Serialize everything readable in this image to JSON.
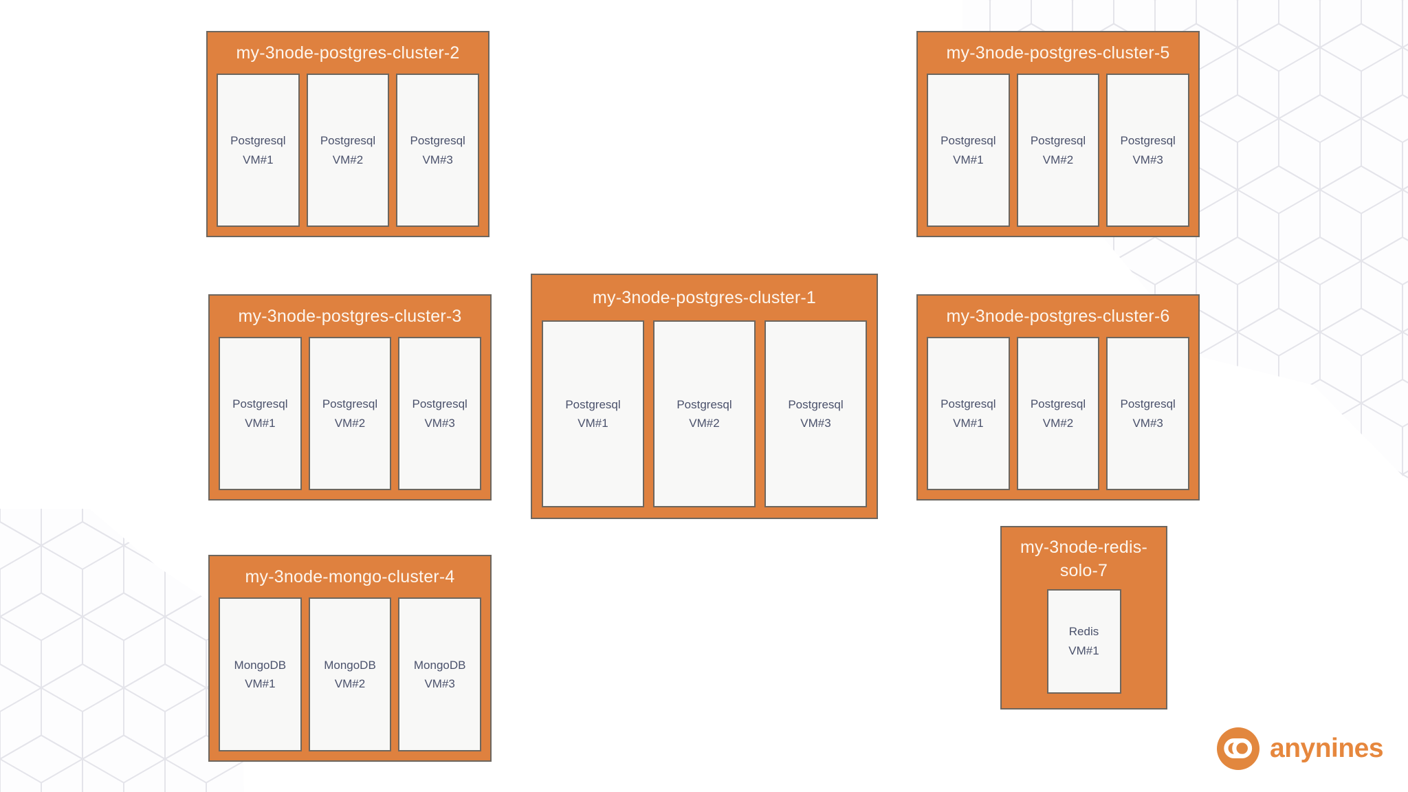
{
  "colors": {
    "cluster_fill": "#df813f",
    "cluster_border": "#6d665e",
    "card_fill": "#f8f8f7",
    "card_border": "#6d665e",
    "cluster_title_text": "#fdf6ee",
    "node_text": "#4a516b",
    "background": "#ffffff",
    "pattern_stroke": "#e4e4ea",
    "logo_orange": "#e2873e"
  },
  "clusters": [
    {
      "title": "my-3node-postgres-cluster-2",
      "nodes": [
        {
          "name": "Postgresql",
          "vm": "VM#1"
        },
        {
          "name": "Postgresql",
          "vm": "VM#2"
        },
        {
          "name": "Postgresql",
          "vm": "VM#3"
        }
      ]
    },
    {
      "title": "my-3node-postgres-cluster-5",
      "nodes": [
        {
          "name": "Postgresql",
          "vm": "VM#1"
        },
        {
          "name": "Postgresql",
          "vm": "VM#2"
        },
        {
          "name": "Postgresql",
          "vm": "VM#3"
        }
      ]
    },
    {
      "title": "my-3node-postgres-cluster-3",
      "nodes": [
        {
          "name": "Postgresql",
          "vm": "VM#1"
        },
        {
          "name": "Postgresql",
          "vm": "VM#2"
        },
        {
          "name": "Postgresql",
          "vm": "VM#3"
        }
      ]
    },
    {
      "title": "my-3node-postgres-cluster-1",
      "nodes": [
        {
          "name": "Postgresql",
          "vm": "VM#1"
        },
        {
          "name": "Postgresql",
          "vm": "VM#2"
        },
        {
          "name": "Postgresql",
          "vm": "VM#3"
        }
      ]
    },
    {
      "title": "my-3node-postgres-cluster-6",
      "nodes": [
        {
          "name": "Postgresql",
          "vm": "VM#1"
        },
        {
          "name": "Postgresql",
          "vm": "VM#2"
        },
        {
          "name": "Postgresql",
          "vm": "VM#3"
        }
      ]
    },
    {
      "title": "my-3node-mongo-cluster-4",
      "nodes": [
        {
          "name": "MongoDB",
          "vm": "VM#1"
        },
        {
          "name": "MongoDB",
          "vm": "VM#2"
        },
        {
          "name": "MongoDB",
          "vm": "VM#3"
        }
      ]
    },
    {
      "title": "my-3node-redis-solo-7",
      "nodes": [
        {
          "name": "Redis",
          "vm": "VM#1"
        }
      ]
    }
  ],
  "logo": {
    "brand": "anynines",
    "icon": "cloud-loop-icon"
  }
}
